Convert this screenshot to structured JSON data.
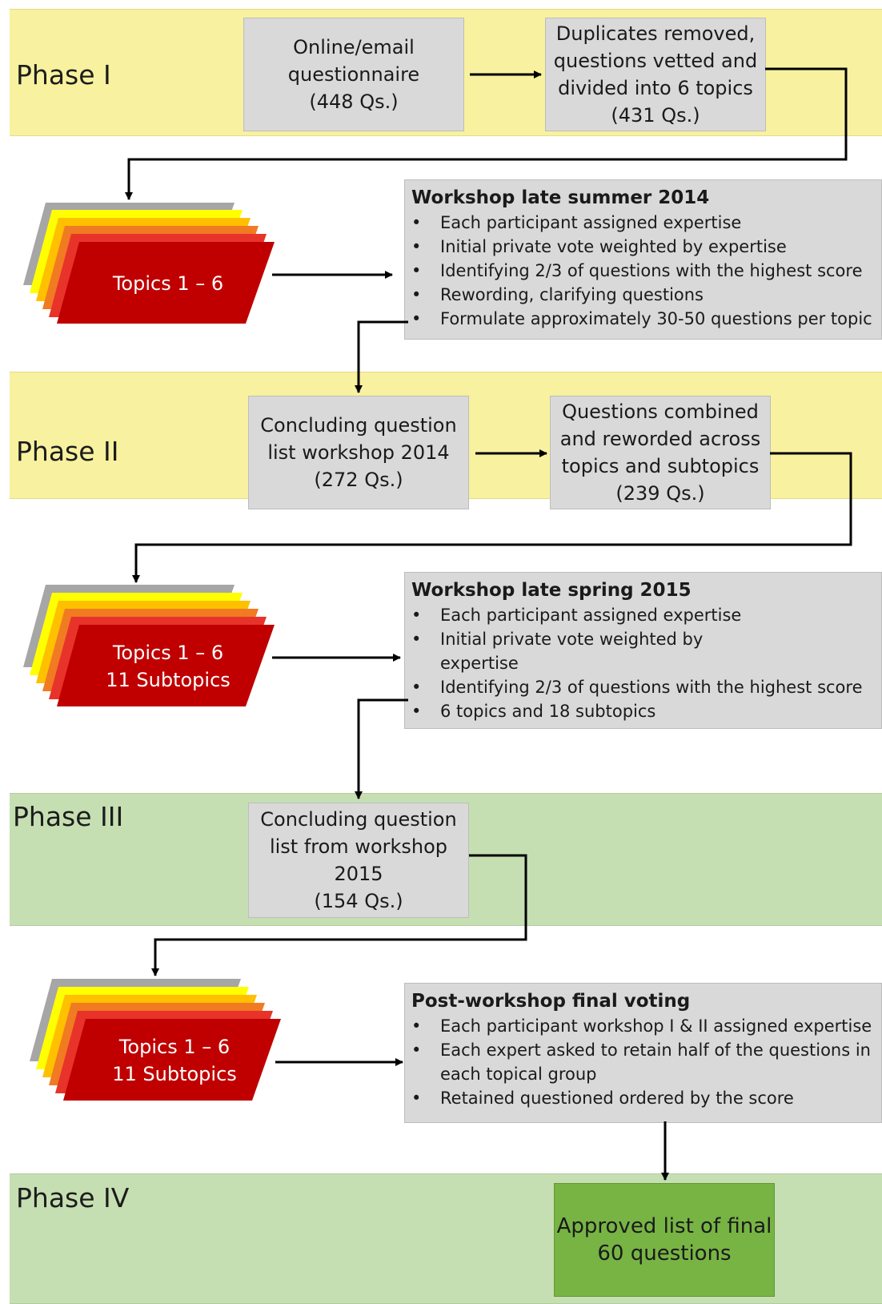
{
  "phases": {
    "p1": "Phase I",
    "p2": "Phase II",
    "p3": "Phase III",
    "p4": "Phase IV"
  },
  "boxes": {
    "online": [
      "Online/email",
      "questionnaire",
      "(448 Qs.)"
    ],
    "duplicates": [
      "Duplicates removed,",
      "questions vetted and",
      "divided into 6 topics",
      "(431 Qs.)"
    ],
    "concl2014": [
      "Concluding question",
      "list workshop 2014",
      "(272 Qs.)"
    ],
    "combined": [
      "Questions combined",
      "and reworded across",
      "topics and subtopics",
      "(239 Qs.)"
    ],
    "concl2015": [
      "Concluding question",
      "list from workshop",
      "2015",
      "(154 Qs.)"
    ],
    "final": [
      "Approved list of final",
      "60 questions"
    ]
  },
  "workshops": {
    "ws2014": {
      "title": "Workshop late summer 2014",
      "bullets": [
        "Each participant assigned expertise",
        "Initial private vote weighted by expertise",
        "Identifying 2/3 of questions with the highest score",
        "Rewording, clarifying questions",
        "Formulate approximately 30-50 questions per topic"
      ]
    },
    "ws2015": {
      "title": "Workshop late spring 2015",
      "bullets": [
        "Each participant assigned expertise",
        "Initial private vote weighted by",
        "expertise",
        "Identifying 2/3 of questions with the highest score",
        "6 topics and 18 subtopics"
      ]
    },
    "final_vote": {
      "title": "Post-workshop final voting",
      "bullets": [
        "Each participant workshop I & II assigned expertise",
        "Each expert asked to retain half of the questions in",
        "each topical group",
        "Retained questioned ordered by the score"
      ]
    }
  },
  "cards": {
    "c1": [
      "Topics 1 – 6"
    ],
    "c2": [
      "Topics 1 – 6",
      "11 Subtopics"
    ],
    "c3": [
      "Topics 1 – 6",
      "11 Subtopics"
    ]
  },
  "colors": {
    "yellow_band": "#f8f19f",
    "green_band": "#c6dfb2",
    "box_gray": "#d9d9d9",
    "final_green": "#77b444",
    "card_red": "#c00000",
    "card_stack": [
      "#a6a6a6",
      "#ffff00",
      "#ffc000",
      "#f07b22",
      "#e8332a"
    ]
  }
}
